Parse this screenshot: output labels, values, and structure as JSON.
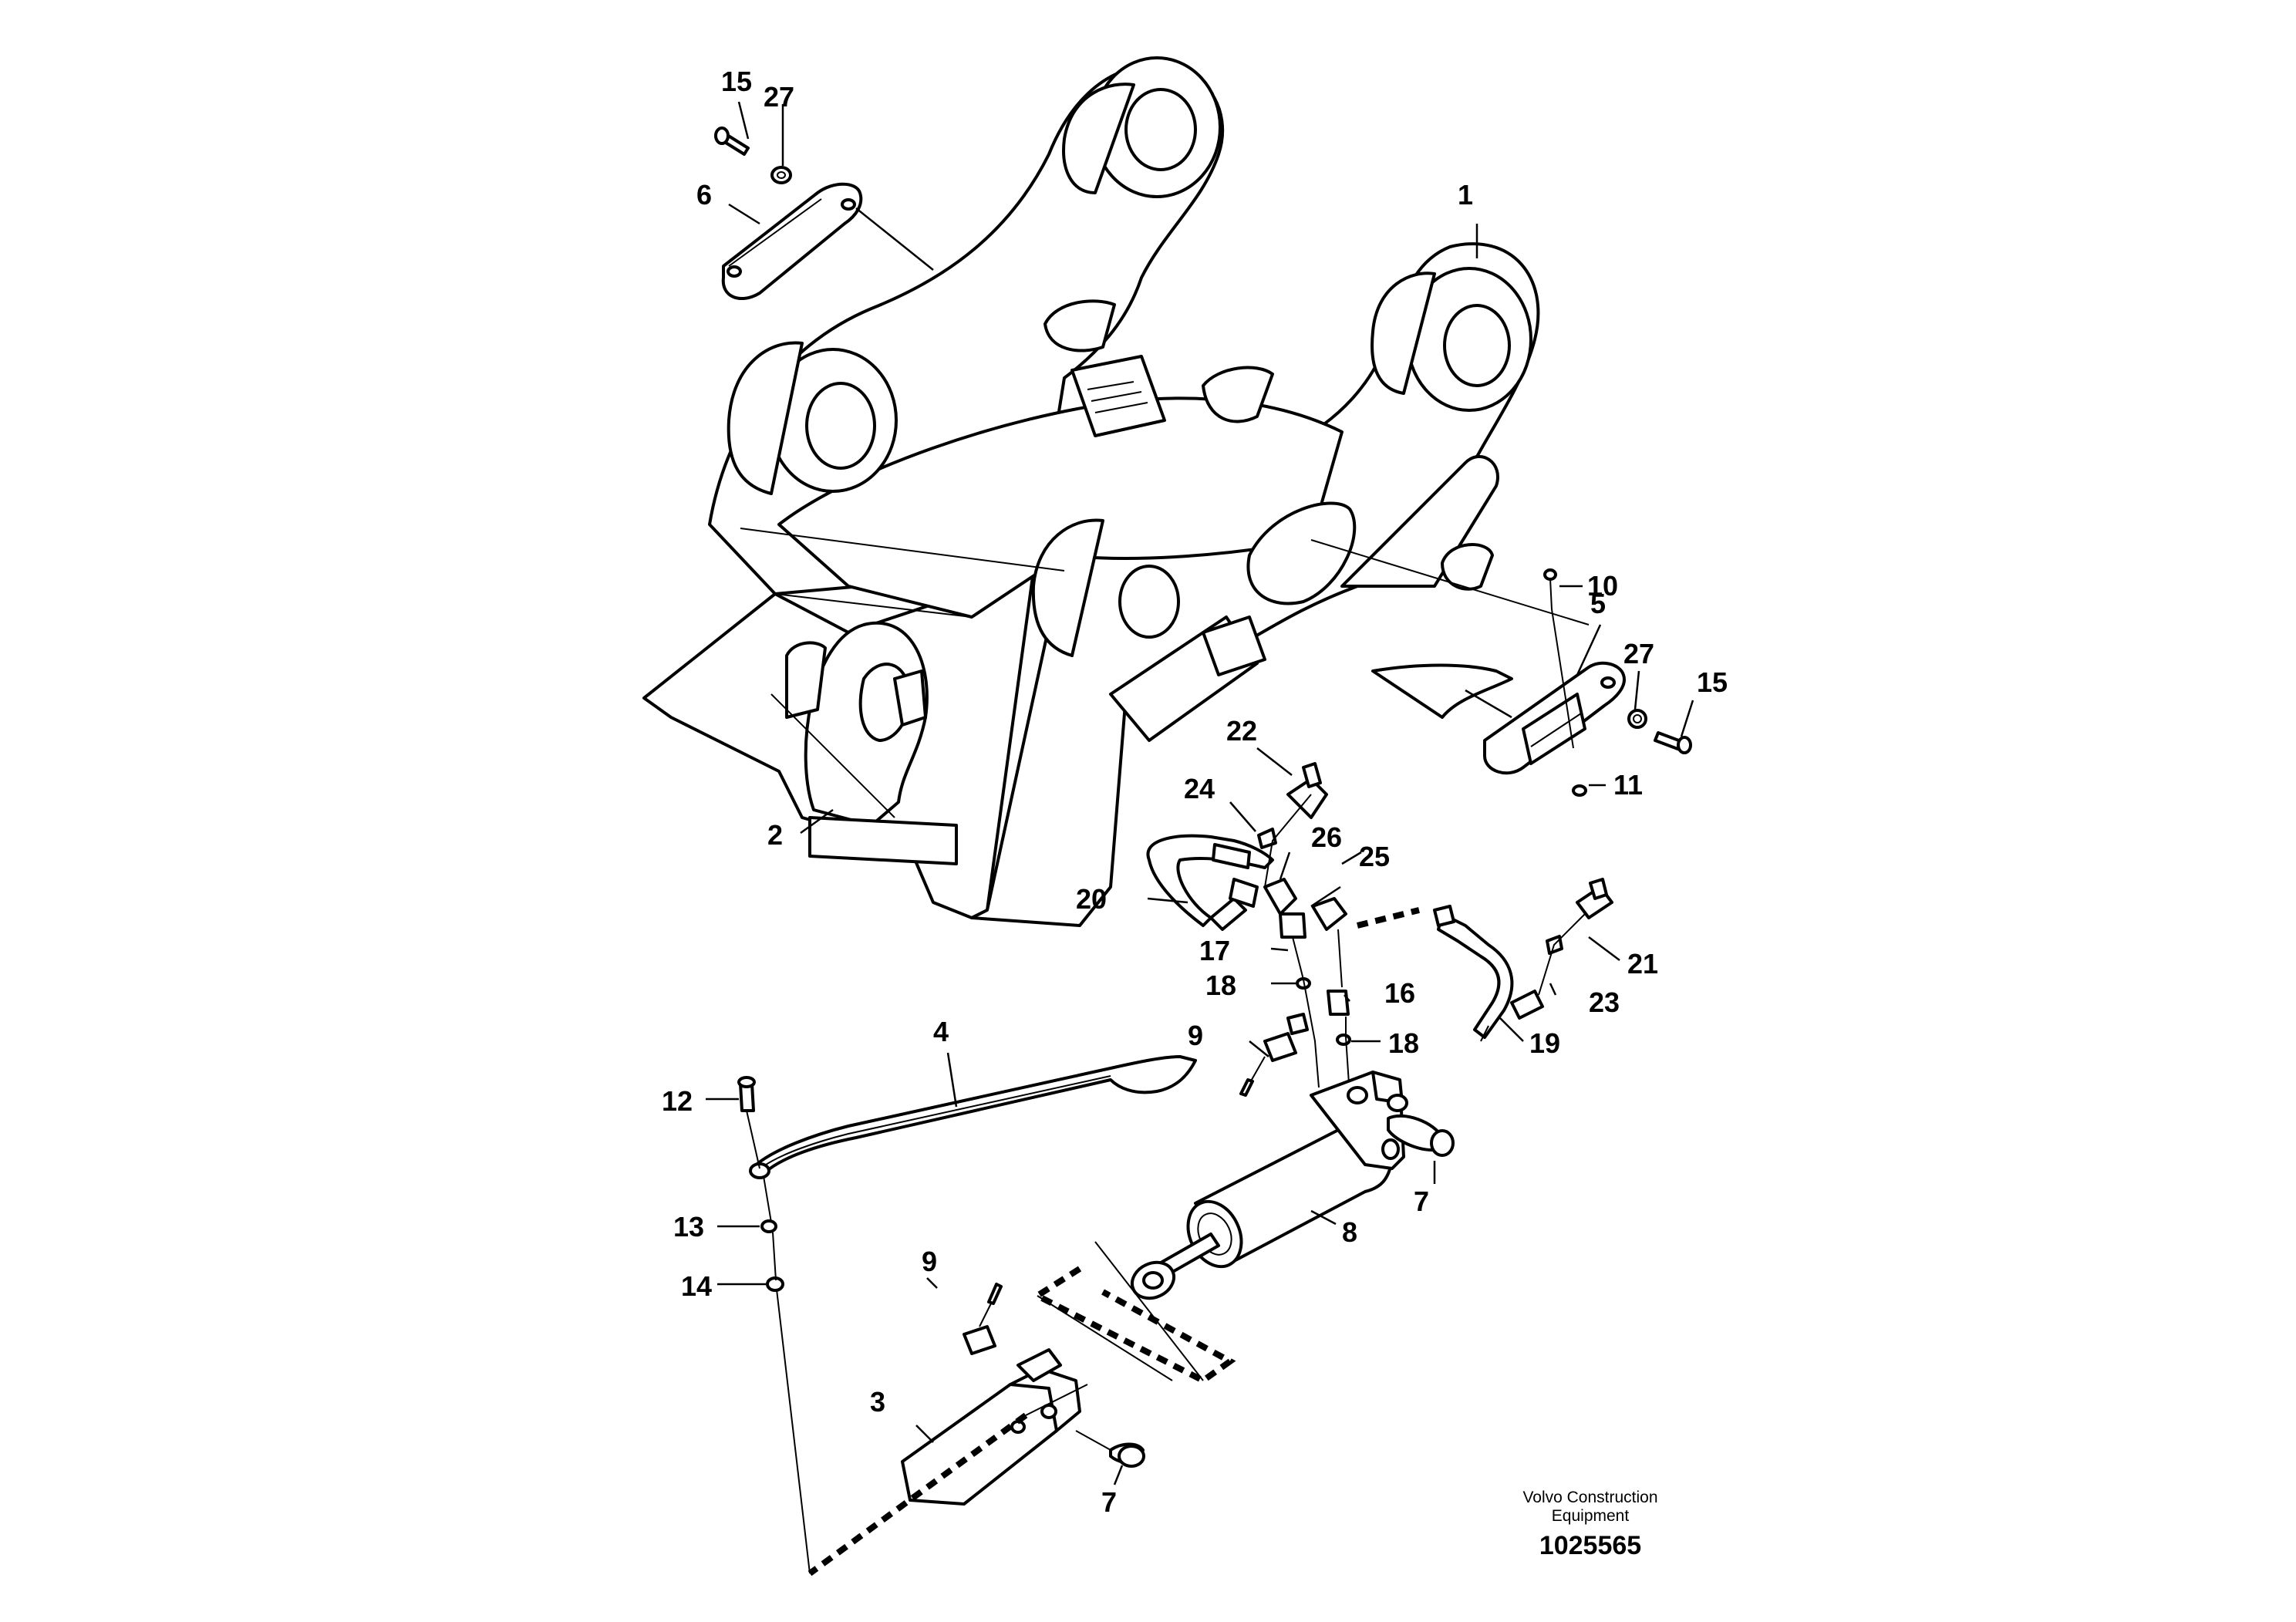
{
  "callouts": {
    "c1": "1",
    "c2": "2",
    "c3": "3",
    "c4": "4",
    "c5": "5",
    "c6": "6",
    "c7a": "7",
    "c7b": "7",
    "c8": "8",
    "c9a": "9",
    "c9b": "9",
    "c10": "10",
    "c11": "11",
    "c12": "12",
    "c13": "13",
    "c14": "14",
    "c15a": "15",
    "c15b": "15",
    "c16": "16",
    "c17": "17",
    "c18a": "18",
    "c18b": "18",
    "c19": "19",
    "c20": "20",
    "c21": "21",
    "c22": "22",
    "c23": "23",
    "c24": "24",
    "c25": "25",
    "c26": "26",
    "c27a": "27",
    "c27b": "27"
  },
  "caption": {
    "line1": "Volvo Construction",
    "line2": "Equipment",
    "number": "1025565"
  }
}
